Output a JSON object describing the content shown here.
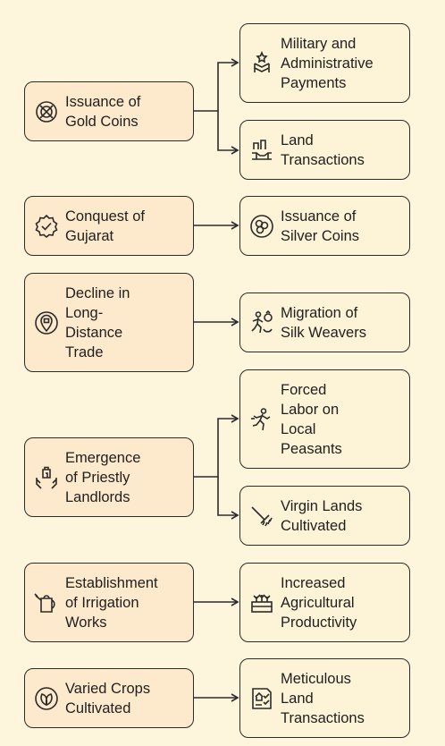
{
  "rows": [
    {
      "cause": {
        "label": "Issuance of\nGold Coins",
        "icon": "no-coins-icon"
      },
      "effects": [
        {
          "label": "Military and\nAdministrative\nPayments",
          "icon": "soldier-rank-icon"
        },
        {
          "label": "Land\nTransactions",
          "icon": "land-deal-icon"
        }
      ]
    },
    {
      "cause": {
        "label": "Conquest of\nGujarat",
        "icon": "check-badge-icon"
      },
      "effects": [
        {
          "label": "Issuance of\nSilver Coins",
          "icon": "coins-icon"
        }
      ]
    },
    {
      "cause": {
        "label": "Decline in\nLong-\nDistance\nTrade",
        "icon": "location-pin-icon"
      },
      "effects": [
        {
          "label": "Migration of\nSilk Weavers",
          "icon": "walking-person-icon"
        }
      ]
    },
    {
      "cause": {
        "label": "Emergence\nof Priestly\nLandlords",
        "icon": "hands-temple-icon"
      },
      "effects": [
        {
          "label": "Forced\nLabor on\nLocal\nPeasants",
          "icon": "running-person-icon"
        },
        {
          "label": "Virgin Lands\nCultivated",
          "icon": "rake-icon"
        }
      ]
    },
    {
      "cause": {
        "label": "Establishment\nof Irrigation\nWorks",
        "icon": "watering-can-icon"
      },
      "effects": [
        {
          "label": "Increased\nAgricultural\nProductivity",
          "icon": "crop-box-icon"
        }
      ]
    },
    {
      "cause": {
        "label": "Varied Crops\nCultivated",
        "icon": "leaf-icon"
      },
      "effects": [
        {
          "label": "Meticulous\nLand\nTransactions",
          "icon": "land-document-icon"
        }
      ]
    }
  ],
  "colors": {
    "background": "#fdf6dd",
    "cause_fill": "#fde9cb",
    "effect_fill": "#fdf3d6",
    "stroke": "#2b2b2b"
  }
}
